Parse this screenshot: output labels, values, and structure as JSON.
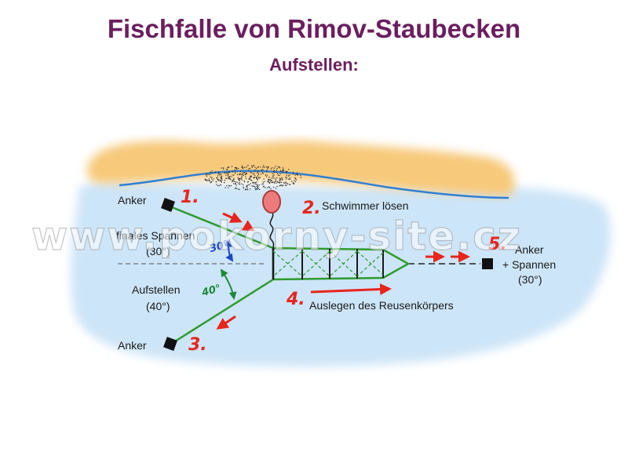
{
  "title": "Fischfalle von Rimov-Staubecken",
  "subtitle": "Aufstellen:",
  "labels": {
    "anchor_top": "Anker",
    "final_tension": "finales Spannen",
    "final_tension_angle": "(30°)",
    "setup": "Aufstellen",
    "setup_angle": "(40°)",
    "anchor_bottom": "Anker",
    "release_float": "Schwimmer lösen",
    "lay_out": "Auslegen des Reusenkörpers",
    "anchor_right_1": "Anker",
    "anchor_right_2": "+ Spannen",
    "anchor_right_3": "(30°)"
  },
  "steps": [
    "1.",
    "2.",
    "3.",
    "4.",
    "5."
  ],
  "angles": {
    "upper": "30°",
    "lower": "40°"
  },
  "watermark": "www.pokorny-site.cz",
  "colors": {
    "title": "#6b1e5e",
    "water": "#cfe6f7",
    "sand": "#f7c97a",
    "line_green": "#2e9a2e",
    "arrow_red": "#e8251c",
    "float": "#ee7b7b",
    "angle_blue": "#1a47c8",
    "angle_green": "#1d8a3a"
  }
}
